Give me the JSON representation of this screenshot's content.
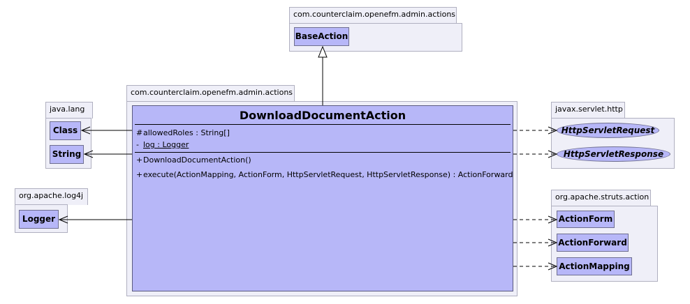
{
  "packages": {
    "base_pkg": "com.counterclaim.openefm.admin.actions",
    "main_pkg": "com.counterclaim.openefm.admin.actions",
    "java_lang": "java.lang",
    "log4j": "org.apache.log4j",
    "servlet": "javax.servlet.http",
    "struts": "org.apache.struts.action"
  },
  "classes": {
    "base_action": "BaseAction",
    "class_cls": "Class",
    "string_cls": "String",
    "logger_cls": "Logger",
    "action_form": "ActionForm",
    "action_forward": "ActionForward",
    "action_mapping": "ActionMapping"
  },
  "interfaces": {
    "request": "HttpServletRequest",
    "response": "HttpServletResponse"
  },
  "main_class": {
    "name": "DownloadDocumentAction",
    "attributes": [
      {
        "vis": "#",
        "text": "allowedRoles : String[]"
      },
      {
        "vis": "-",
        "text": "log : Logger"
      }
    ],
    "operations": [
      {
        "vis": "+",
        "text": "DownloadDocumentAction()"
      },
      {
        "vis": "+",
        "text": "execute(ActionMapping, ActionForm, HttpServletRequest, HttpServletResponse) : ActionForward"
      }
    ]
  }
}
